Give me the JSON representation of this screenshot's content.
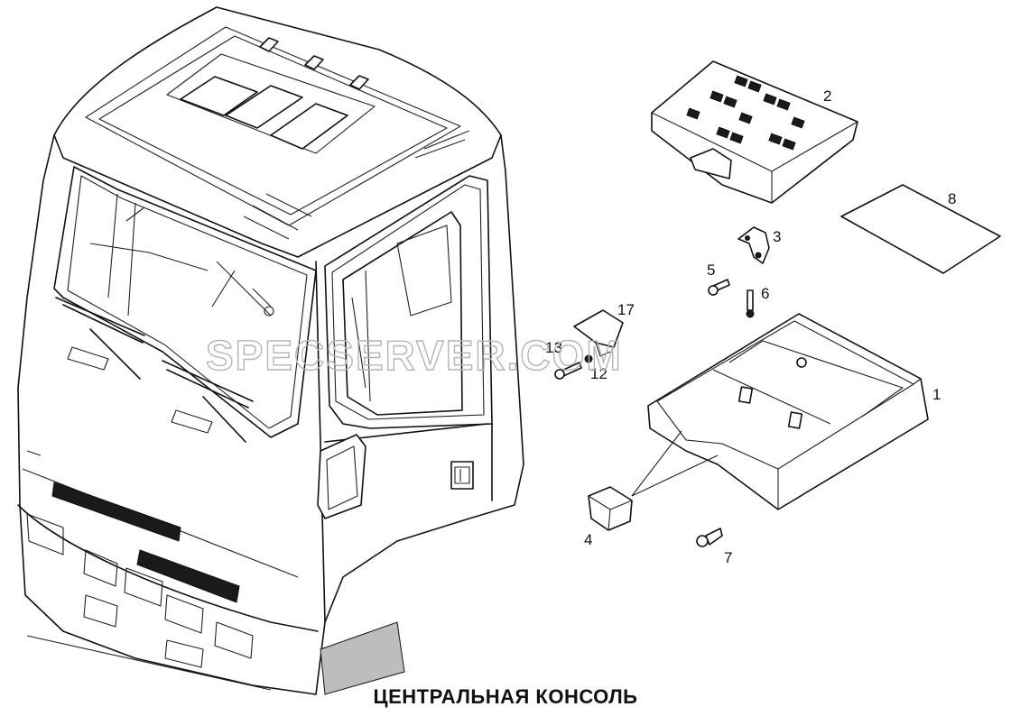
{
  "caption": "ЦЕНТРАЛЬНАЯ КОНСОЛЬ",
  "watermark": "SPECSERVER.COM",
  "callouts": [
    "1",
    "2",
    "3",
    "4",
    "5",
    "6",
    "7",
    "8",
    "12",
    "13",
    "17"
  ]
}
